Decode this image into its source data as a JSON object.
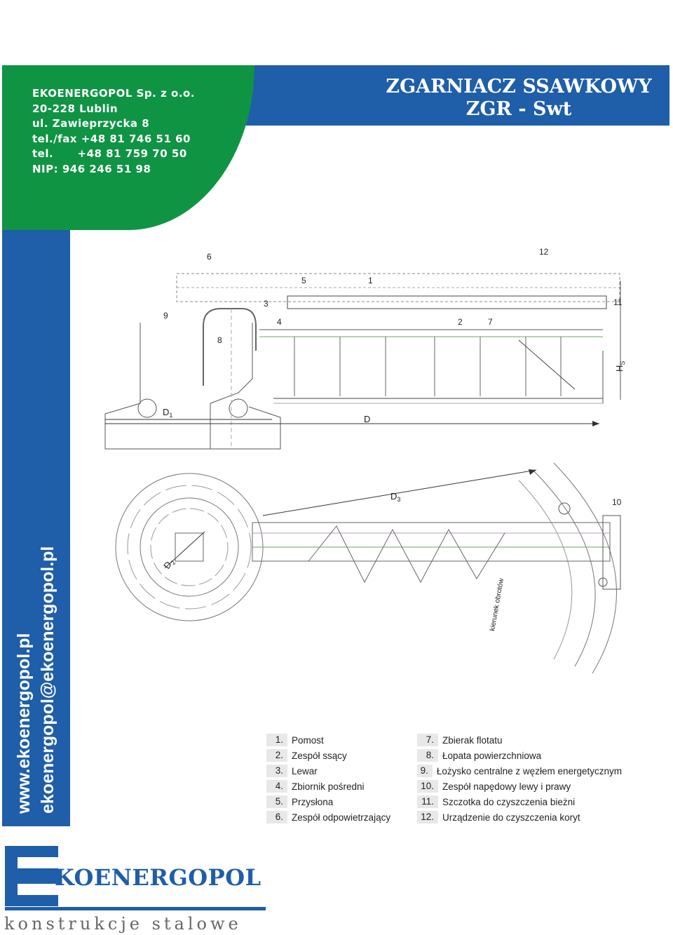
{
  "company": {
    "name": "EKOENERGOPOL Sp. z o.o.",
    "city": "20-228 Lublin",
    "street": "ul. Zawieprzycka 8",
    "telfax": "tel./fax +48 81 746 51 60",
    "tel": "tel.      +48 81 759 70 50",
    "nip": "NIP: 946 246 51 98"
  },
  "title": {
    "line1": "ZGARNIACZ SSAWKOWY",
    "line2": "ZGR - Swt"
  },
  "side": {
    "website": "www.ekoenergopol.pl",
    "email": "ekoenergopol@ekoenergopol.pl"
  },
  "drawing": {
    "numbers": [
      "1",
      "2",
      "3",
      "4",
      "5",
      "6",
      "7",
      "8",
      "9",
      "10",
      "11",
      "12"
    ],
    "dims": {
      "d1": "D",
      "d1_sub": "1",
      "d": "D",
      "d2": "D",
      "d2_sub": "2",
      "d3": "D",
      "d3_sub": "3",
      "h": "H",
      "h_sub": "S"
    },
    "rotation_label": "kierunek obrotów"
  },
  "legend": {
    "left": [
      {
        "num": "1.",
        "text": "Pomost"
      },
      {
        "num": "2.",
        "text": "Zespół ssący"
      },
      {
        "num": "3.",
        "text": "Lewar"
      },
      {
        "num": "4.",
        "text": "Zbiornik pośredni"
      },
      {
        "num": "5.",
        "text": "Przysłona"
      },
      {
        "num": "6.",
        "text": "Zespół odpowietrzający"
      }
    ],
    "right": [
      {
        "num": "7.",
        "text": "Zbierak flotatu"
      },
      {
        "num": "8.",
        "text": "Łopata powierzchniowa"
      },
      {
        "num": "9.",
        "text": "Łożysko centralne z węzłem energetycznym"
      },
      {
        "num": "10.",
        "text": "Zespół napędowy lewy i prawy"
      },
      {
        "num": "11.",
        "text": "Szczotka do czyszczenia bieżni"
      },
      {
        "num": "12.",
        "text": "Urządzenie do czyszczenia koryt"
      }
    ]
  },
  "logo": {
    "letter": "E",
    "word": "KOENERGOPOL",
    "tagline": "konstrukcje stalowe"
  },
  "colors": {
    "blue": "#1f5ea8",
    "green": "#0f9444"
  }
}
